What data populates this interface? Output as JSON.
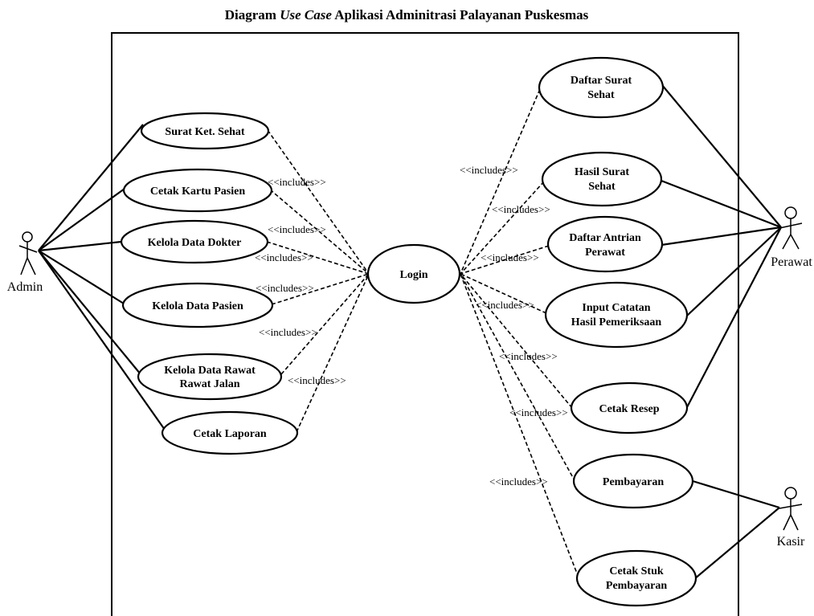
{
  "title": {
    "prefix": "Diagram ",
    "emphasis": "Use Case",
    "suffix": " Aplikasi Adminitrasi Palayanan Puskesmas"
  },
  "include_label": "<<includes>>",
  "actors": {
    "admin": "Admin",
    "perawat": "Perawat",
    "kasir": "Kasir"
  },
  "use_cases": {
    "login": [
      "Login"
    ],
    "surat_ket_sehat": [
      "Surat Ket. Sehat"
    ],
    "cetak_kartu_pasien": [
      "Cetak Kartu Pasien"
    ],
    "kelola_data_dokter": [
      "Kelola Data Dokter"
    ],
    "kelola_data_pasien": [
      "Kelola Data Pasien"
    ],
    "kelola_data_rawat_jalan": [
      "Kelola Data Rawat",
      "Rawat Jalan"
    ],
    "cetak_laporan": [
      "Cetak Laporan"
    ],
    "daftar_surat_sehat": [
      "Daftar Surat",
      "Sehat"
    ],
    "hasil_surat_sehat": [
      "Hasil Surat",
      "Sehat"
    ],
    "daftar_antrian_perawat": [
      "Daftar Antrian",
      "Perawat"
    ],
    "input_catatan_hasil_pemeriksaan": [
      "Input Catatan",
      "Hasil Pemeriksaan"
    ],
    "cetak_resep": [
      "Cetak Resep"
    ],
    "pembayaran": [
      "Pembayaran"
    ],
    "cetak_stuk_pembayaran": [
      "Cetak Stuk",
      "Pembayaran"
    ]
  },
  "associations": [
    [
      "admin",
      "surat_ket_sehat"
    ],
    [
      "admin",
      "cetak_kartu_pasien"
    ],
    [
      "admin",
      "kelola_data_dokter"
    ],
    [
      "admin",
      "kelola_data_pasien"
    ],
    [
      "admin",
      "kelola_data_rawat_jalan"
    ],
    [
      "admin",
      "cetak_laporan"
    ],
    [
      "perawat",
      "daftar_surat_sehat"
    ],
    [
      "perawat",
      "hasil_surat_sehat"
    ],
    [
      "perawat",
      "daftar_antrian_perawat"
    ],
    [
      "perawat",
      "input_catatan_hasil_pemeriksaan"
    ],
    [
      "perawat",
      "cetak_resep"
    ],
    [
      "kasir",
      "pembayaran"
    ],
    [
      "kasir",
      "cetak_stuk_pembayaran"
    ]
  ],
  "includes": [
    [
      "surat_ket_sehat",
      "login"
    ],
    [
      "cetak_kartu_pasien",
      "login"
    ],
    [
      "kelola_data_dokter",
      "login"
    ],
    [
      "kelola_data_pasien",
      "login"
    ],
    [
      "kelola_data_rawat_jalan",
      "login"
    ],
    [
      "cetak_laporan",
      "login"
    ],
    [
      "daftar_surat_sehat",
      "login"
    ],
    [
      "hasil_surat_sehat",
      "login"
    ],
    [
      "daftar_antrian_perawat",
      "login"
    ],
    [
      "input_catatan_hasil_pemeriksaan",
      "login"
    ],
    [
      "cetak_resep",
      "login"
    ],
    [
      "pembayaran",
      "login"
    ],
    [
      "cetak_stuk_pembayaran",
      "login"
    ]
  ]
}
